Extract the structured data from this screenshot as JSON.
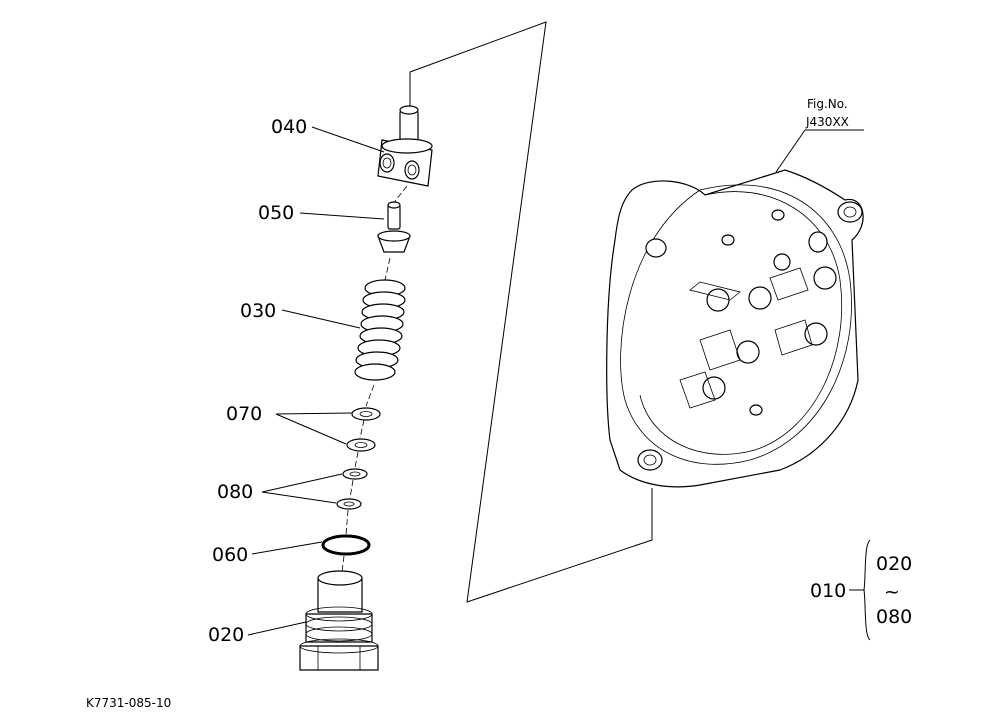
{
  "figure": {
    "fig_label": "Fig.No.",
    "fig_number": "J430XX",
    "drawing_code": "K7731-085-10"
  },
  "callouts": {
    "p040": "040",
    "p050": "050",
    "p030": "030",
    "p070": "070",
    "p080": "080",
    "p060": "060",
    "p020": "020"
  },
  "assembly": {
    "parent": "010",
    "range_start": "020",
    "range_tilde": "~",
    "range_end": "080"
  }
}
